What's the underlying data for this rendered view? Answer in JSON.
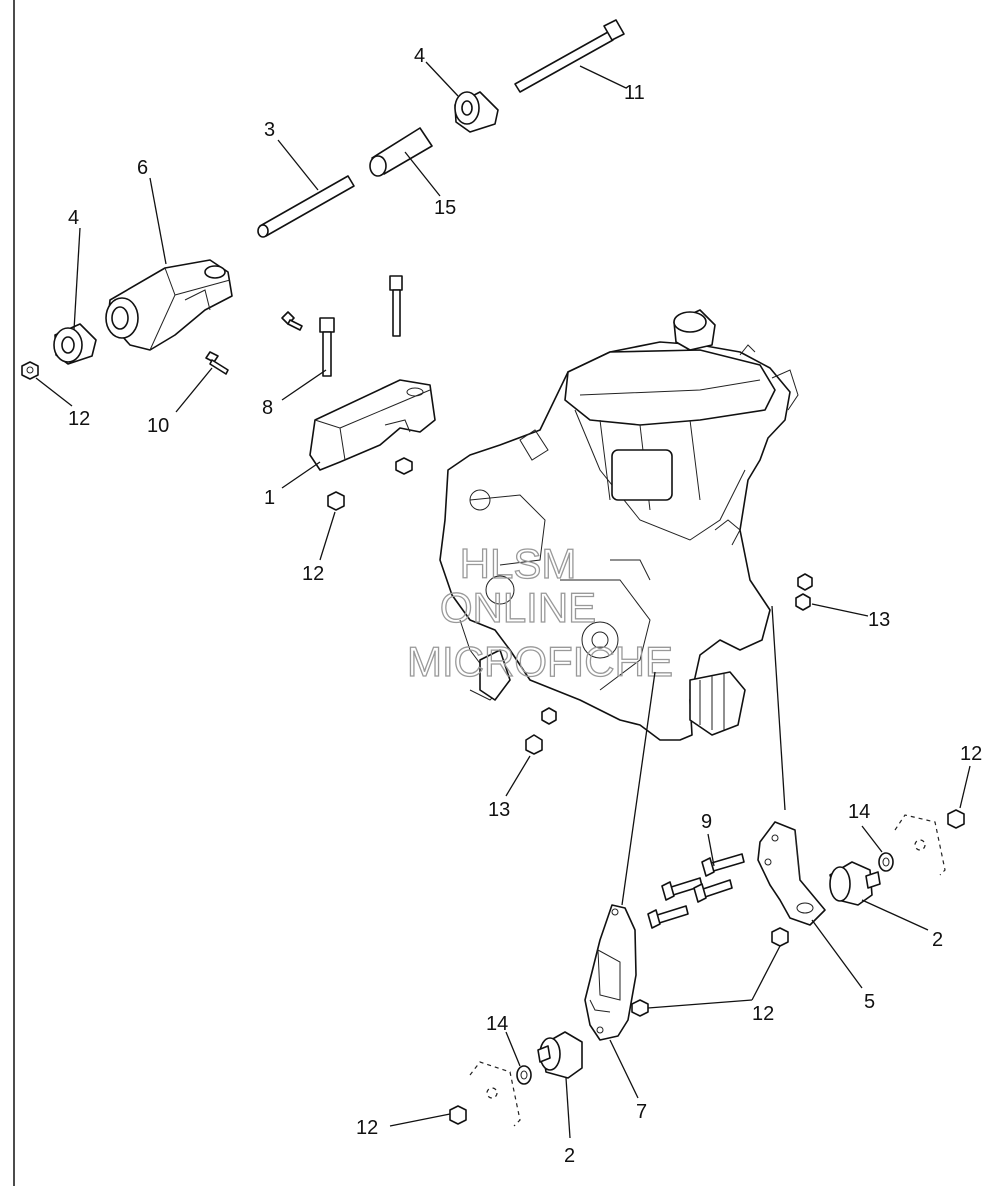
{
  "callouts": {
    "c1": "1",
    "c2a": "2",
    "c2b": "2",
    "c3": "3",
    "c4a": "4",
    "c4b": "4",
    "c5": "5",
    "c6": "6",
    "c7": "7",
    "c8": "8",
    "c9": "9",
    "c10": "10",
    "c11": "11",
    "c12a": "12",
    "c12b": "12",
    "c12c": "12",
    "c12d": "12",
    "c12e": "12",
    "c13a": "13",
    "c13b": "13",
    "c14a": "14",
    "c14b": "14",
    "c15": "15"
  },
  "watermark": {
    "line1": "HLSM",
    "line2": "ONLINE",
    "line3": "MICROFICHE"
  }
}
